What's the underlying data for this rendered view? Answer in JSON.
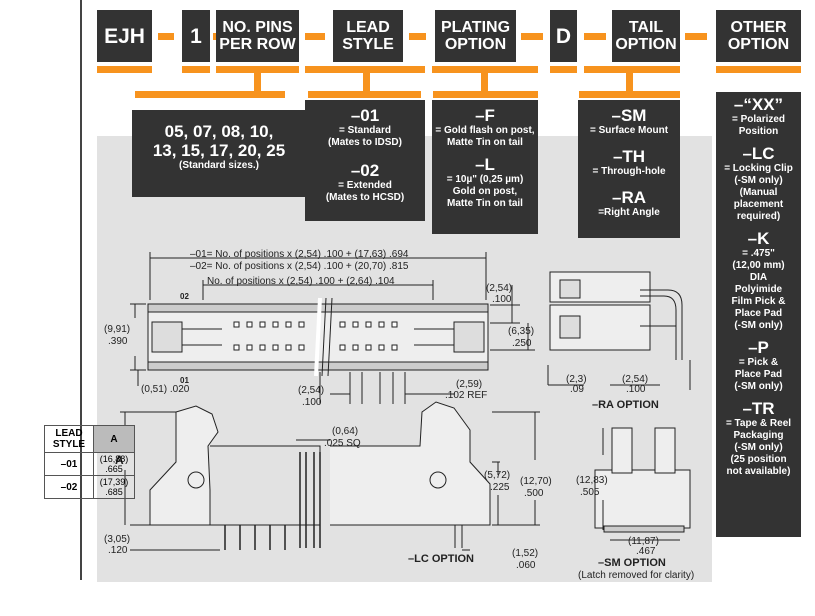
{
  "header": {
    "prefix": "EJH",
    "num": "1",
    "pins_l1": "NO. PINS",
    "pins_l2": "PER ROW",
    "lead_l1": "LEAD",
    "lead_l2": "STYLE",
    "plating_l1": "PLATING",
    "plating_l2": "OPTION",
    "d": "D",
    "tail_l1": "TAIL",
    "tail_l2": "OPTION",
    "other_l1": "OTHER",
    "other_l2": "OPTION"
  },
  "pins_box": {
    "l1": "05, 07, 08, 10,",
    "l2": "13, 15, 17, 20, 25",
    "note": "(Standard sizes.)"
  },
  "lead_box": {
    "c1": "–01",
    "c1d1": "= Standard",
    "c1d2": "(Mates to IDSD)",
    "c2": "–02",
    "c2d1": "= Extended",
    "c2d2": "(Mates to HCSD)"
  },
  "plating_box": {
    "c1": "–F",
    "c1d1": "= Gold flash on post,",
    "c1d2": "Matte Tin on tail",
    "c2": "–L",
    "c2d1": "= 10µ\" (0,25 µm)",
    "c2d2": "Gold on post,",
    "c2d3": "Matte Tin on tail"
  },
  "tail_box": {
    "c1": "–SM",
    "c1d": "= Surface Mount",
    "c2": "–TH",
    "c2d": "= Through-hole",
    "c3": "–RA",
    "c3d": "=Right Angle"
  },
  "other_box": {
    "xx": "–“XX”",
    "xx1": "= Polarized",
    "xx2": "Position",
    "lc": "–LC",
    "lc1": "= Locking Clip",
    "lc2": "(-SM only)",
    "lc3": "(Manual",
    "lc4": "placement",
    "lc5": "required)",
    "k": "–K",
    "k1": "= .475\"",
    "k2": "(12,00 mm)",
    "k3": "DIA",
    "k4": "Polyimide",
    "k5": "Film Pick &",
    "k6": "Place Pad",
    "k7": "(-SM only)",
    "p": "–P",
    "p1": "= Pick &",
    "p2": "Place Pad",
    "p3": "(-SM only)",
    "tr": "–TR",
    "tr1": "= Tape & Reel",
    "tr2": "Packaging",
    "tr3": "(-SM only)",
    "tr4": "(25 position",
    "tr5": "not available)"
  },
  "dims": {
    "d01": "–01= No. of positions x (2,54) .100 + (17,63) .694",
    "d02": "–02= No. of positions x (2,54) .100 + (20,70) .815",
    "dpos": "No. of positions x (2,54) .100 + (2,64) .104",
    "p254a": "(2,54)",
    "p100a": ".100",
    "r02": "02",
    "r01": "01",
    "h991": "(9,91)",
    "h390": ".390",
    "w635": "(6,35)",
    "w250": ".250",
    "d051": "(0,51) .020",
    "p254b": "(2,54)",
    "p100b": ".100",
    "ref259": "(2,59)",
    "ref102": ".102 REF",
    "ra23": "(2,3)",
    "ra09": ".09",
    "ra254": "(2,54)",
    "ra100": ".100",
    "ra_label": "–RA OPTION",
    "sq064": "(0,64)",
    "sq025": ".025 SQ",
    "a_label": "A",
    "h572": "(5,72)",
    "h225": ".225",
    "h1270": "(12,70)",
    "h500": ".500",
    "h305": "(3,05)",
    "h120": ".120",
    "lc_label": "–LC OPTION",
    "h152": "(1,52)",
    "h060": ".060",
    "h1283": "(12,83)",
    "h505": ".505",
    "w1187": "(11,87)",
    "w467": ".467",
    "sm_label": "–SM OPTION",
    "sm_note": "(Latch removed for clarity)"
  },
  "lead_table": {
    "h1": "LEAD",
    "h2": "STYLE",
    "ha": "A",
    "r1": "–01",
    "r1a": "(16,88)",
    "r1b": ".665",
    "r2": "–02",
    "r2a": "(17,39)",
    "r2b": ".685"
  },
  "colors": {
    "orange": "#f7931e",
    "dark": "#333333",
    "panel": "#e2e2e2"
  }
}
